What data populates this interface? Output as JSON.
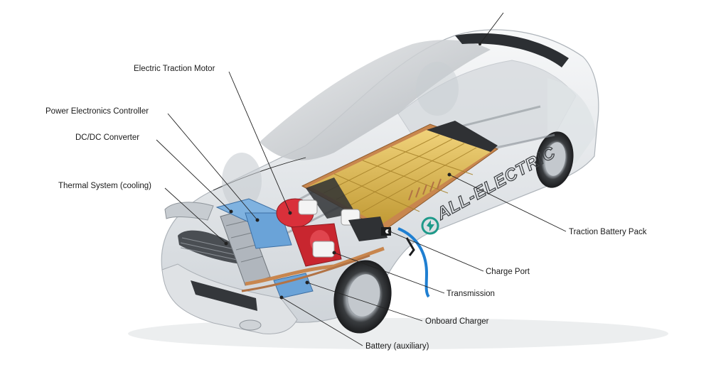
{
  "badge": {
    "text": "ALL-ELECTRIC"
  },
  "labels": {
    "electric_traction_motor": "Electric Traction Motor",
    "power_electronics_controller": "Power Electronics Controller",
    "dc_dc_converter": "DC/DC Converter",
    "thermal_system": "Thermal System (cooling)",
    "traction_battery_pack": "Traction Battery Pack",
    "charge_port": "Charge Port",
    "transmission": "Transmission",
    "onboard_charger": "Onboard Charger",
    "battery_auxiliary": "Battery (auxiliary)"
  },
  "colors": {
    "car_body": "#e9ecef",
    "battery_cells": "#d9b24a",
    "battery_casing": "#c8864e",
    "motor": "#d9303a",
    "controller": "#6aa3d8",
    "cooling": "#b0b6bd",
    "charge_cable": "#1f7fd1"
  }
}
